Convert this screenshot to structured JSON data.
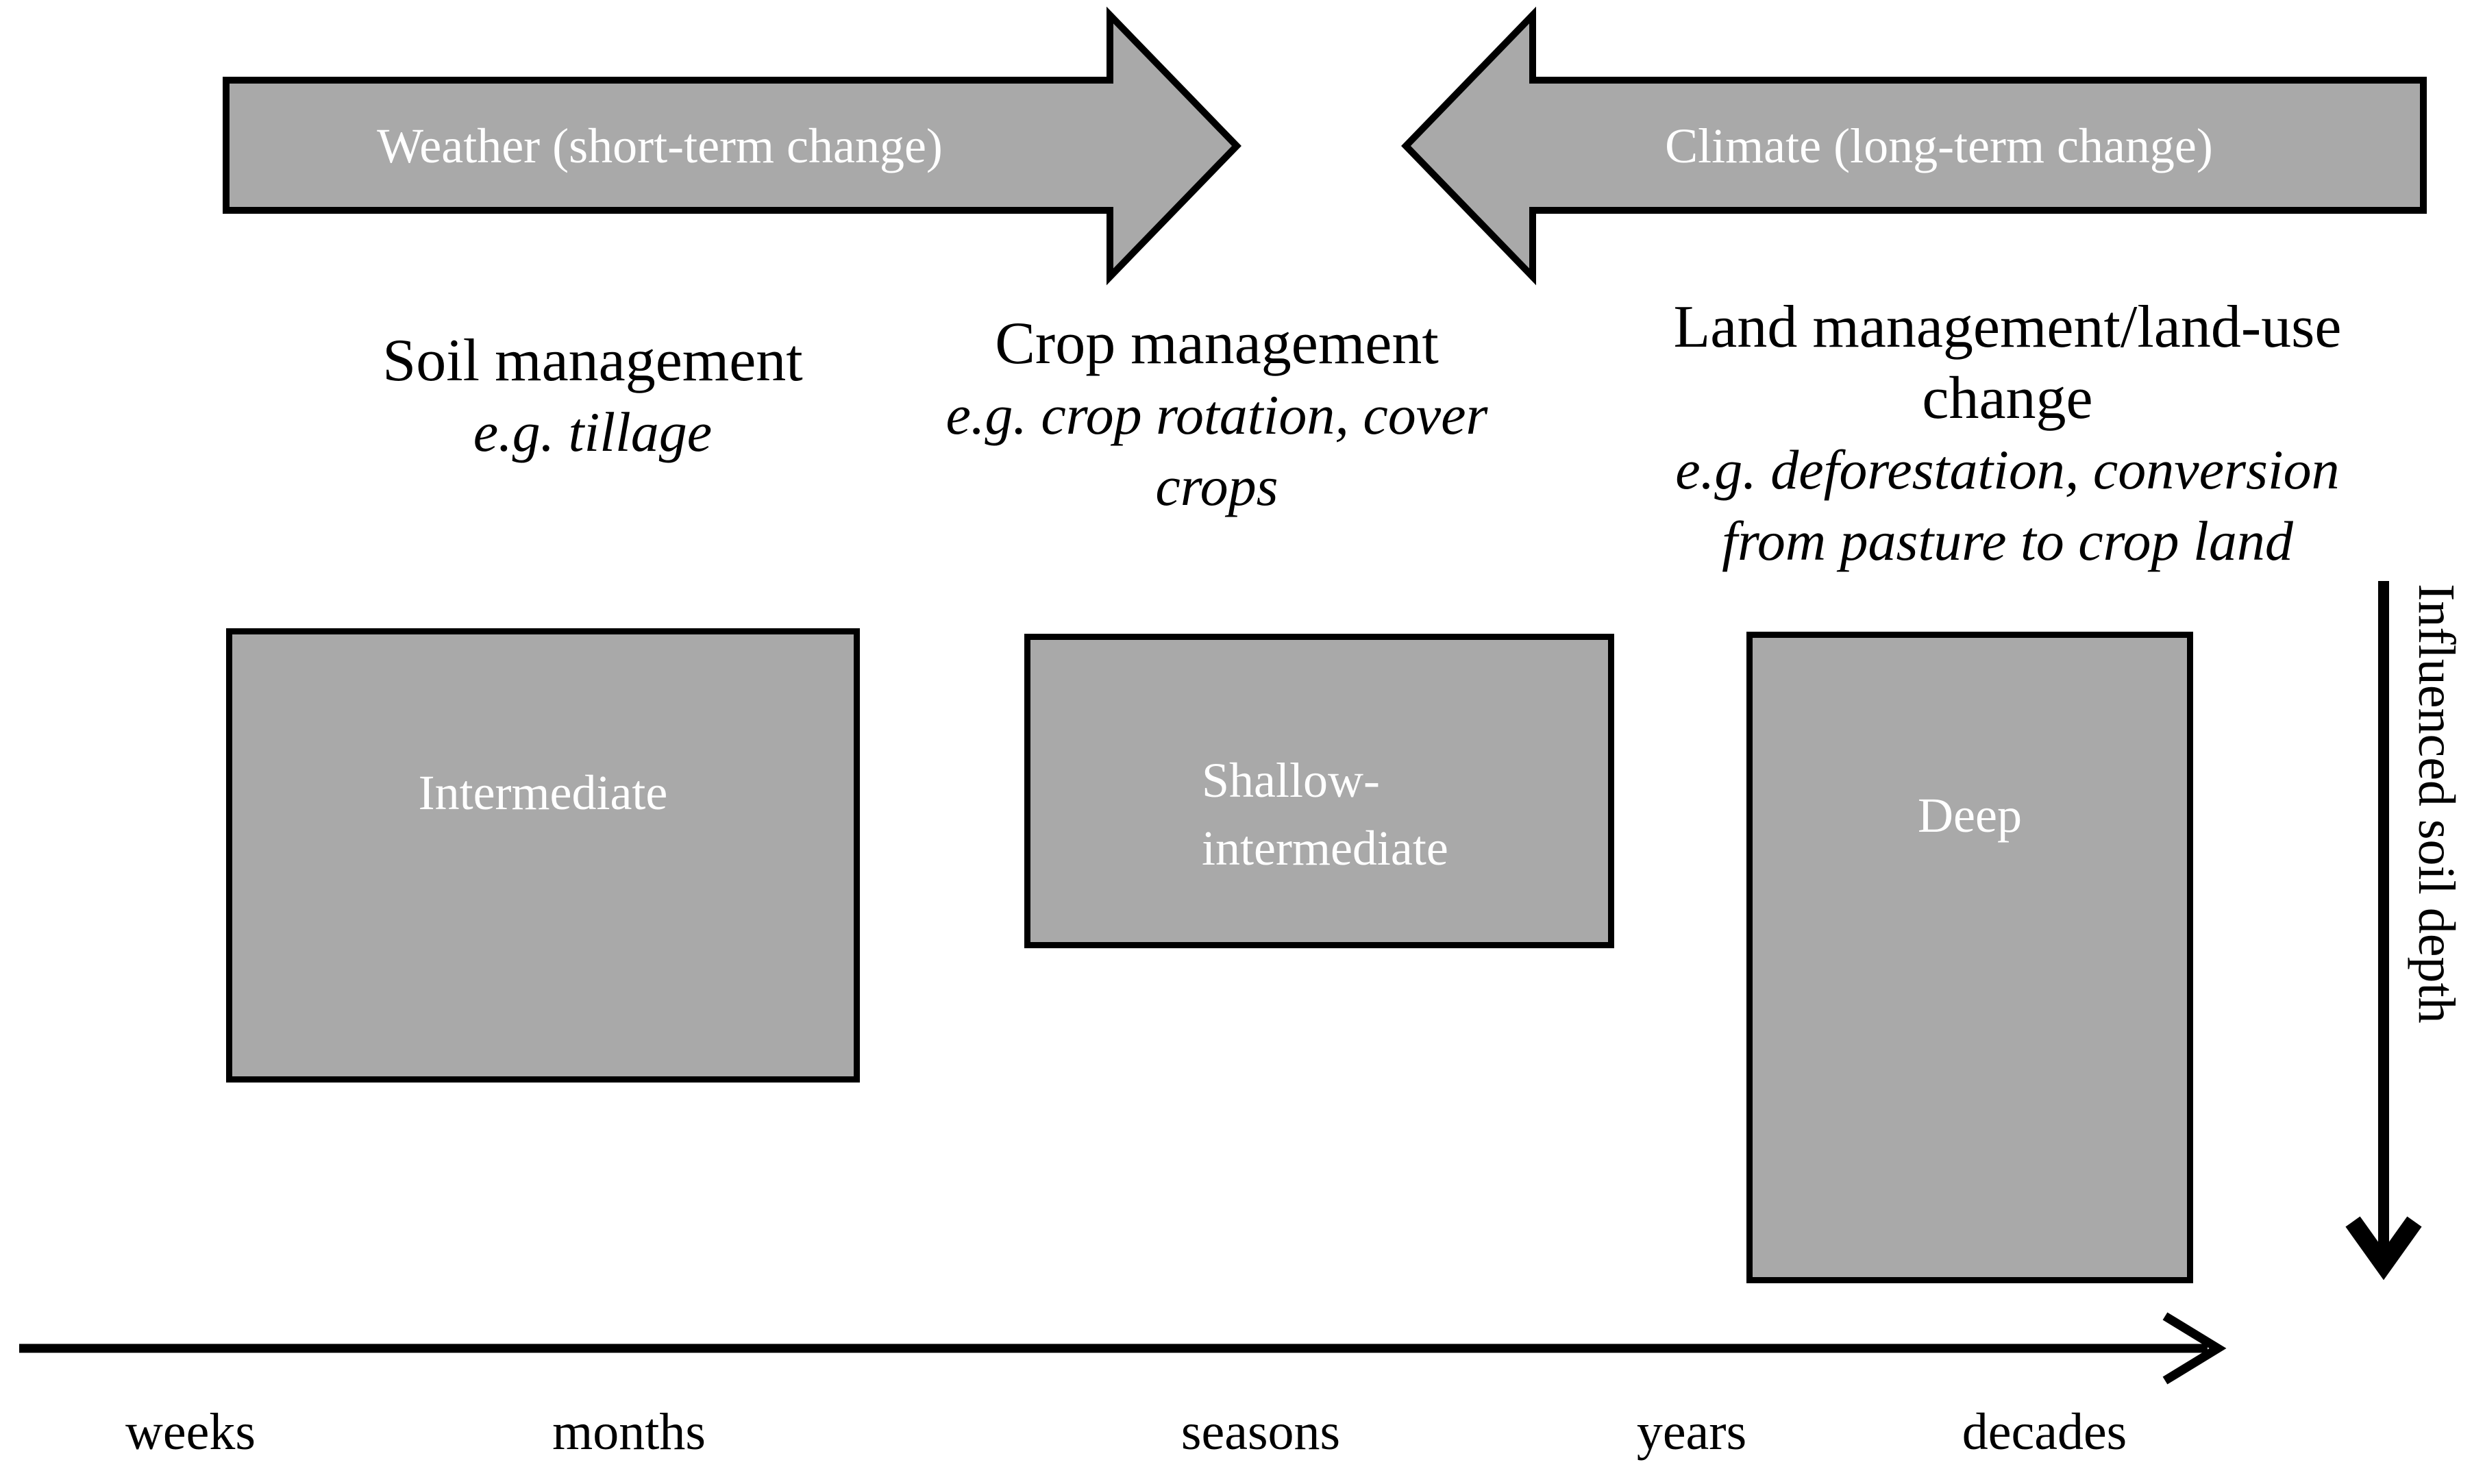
{
  "colors": {
    "shape_fill": "#a9a9a9",
    "shape_border": "#000000",
    "shape_text": "#ffffff",
    "body_text": "#000000"
  },
  "top_arrows": {
    "weather_label": "Weather (short-term change)",
    "climate_label": "Climate (long-term change)"
  },
  "management_headings": [
    {
      "title": "Soil management",
      "example": "e.g. tillage"
    },
    {
      "title": "Crop management",
      "example": "e.g. crop rotation, cover\ncrops"
    },
    {
      "title": "Land management/land-use\nchange",
      "example": "e.g. deforestation, conversion\nfrom pasture to crop land"
    }
  ],
  "depth_boxes": [
    {
      "label": "Intermediate"
    },
    {
      "label": "Shallow-\nintermediate"
    },
    {
      "label": "Deep"
    }
  ],
  "axes": {
    "y_label": "Influenced soil depth",
    "x_ticks": [
      "weeks",
      "months",
      "seasons",
      "years",
      "decades"
    ]
  }
}
